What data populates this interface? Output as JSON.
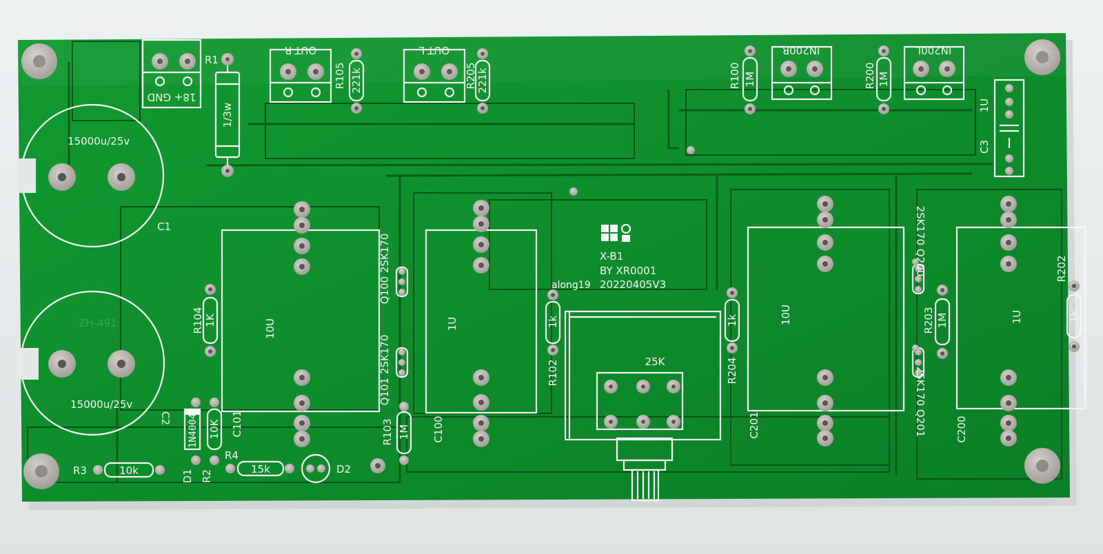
{
  "board": {
    "colors": {
      "background": "#e9ecec",
      "soldermask": "#0e8f2c",
      "copper_pour": "#139a33",
      "gap": "#0a5c1c",
      "silkscreen": "#f4f8f4",
      "pad": "#b7b3ae"
    },
    "labels": {
      "terminal_power": "18+ GND",
      "r1": "R1",
      "r1_power": "1/3w",
      "out_r": "OUT-R",
      "out_l": "OUT-L",
      "r105": "R105",
      "r105_val": "221k",
      "r205": "R205",
      "r205_val": "221k",
      "r100": "R100",
      "r100_val": "1M",
      "r200": "R200",
      "r200_val": "1M",
      "in_r": "IN200R",
      "in_l": "IN200L",
      "c3_top_val": "1U",
      "c3_top": "C3",
      "cap1_val": "15000u/25v",
      "c1": "C1",
      "cap2_val": "15000u/25v",
      "cap2_faded": "ZH-491",
      "c2": "C2",
      "c101_val": "10U",
      "c101": "C101",
      "c100_val": "1U",
      "c100": "C100",
      "c201_val": "10U",
      "c201": "C201",
      "c200_val": "1U",
      "c200": "C200",
      "q100": "Q100 2SK170",
      "q101": "Q101 2SK170",
      "q200": "2SK170 Q200",
      "q201": "2SK170 Q201",
      "r104": "R104",
      "r104_val": "1K",
      "r103": "R103",
      "r103_val": "1M",
      "r102": "R102",
      "r102_val": "1k",
      "r204": "R204",
      "r204_val": "1k",
      "r203": "R203",
      "r203_val": "1M",
      "r202": "R202",
      "r202_val": "1k",
      "pot_val": "25K",
      "board_name": "X-B1",
      "board_by": "BY XR0001",
      "board_date": "20220405V3",
      "watermark": "along19",
      "d1": "D1",
      "d1_val": "1N4004",
      "r2": "R2",
      "r2_val": "10K",
      "r3": "R3",
      "r3_val": "10k",
      "r4": "R4",
      "r4_val": "15k",
      "d2": "D2"
    }
  }
}
